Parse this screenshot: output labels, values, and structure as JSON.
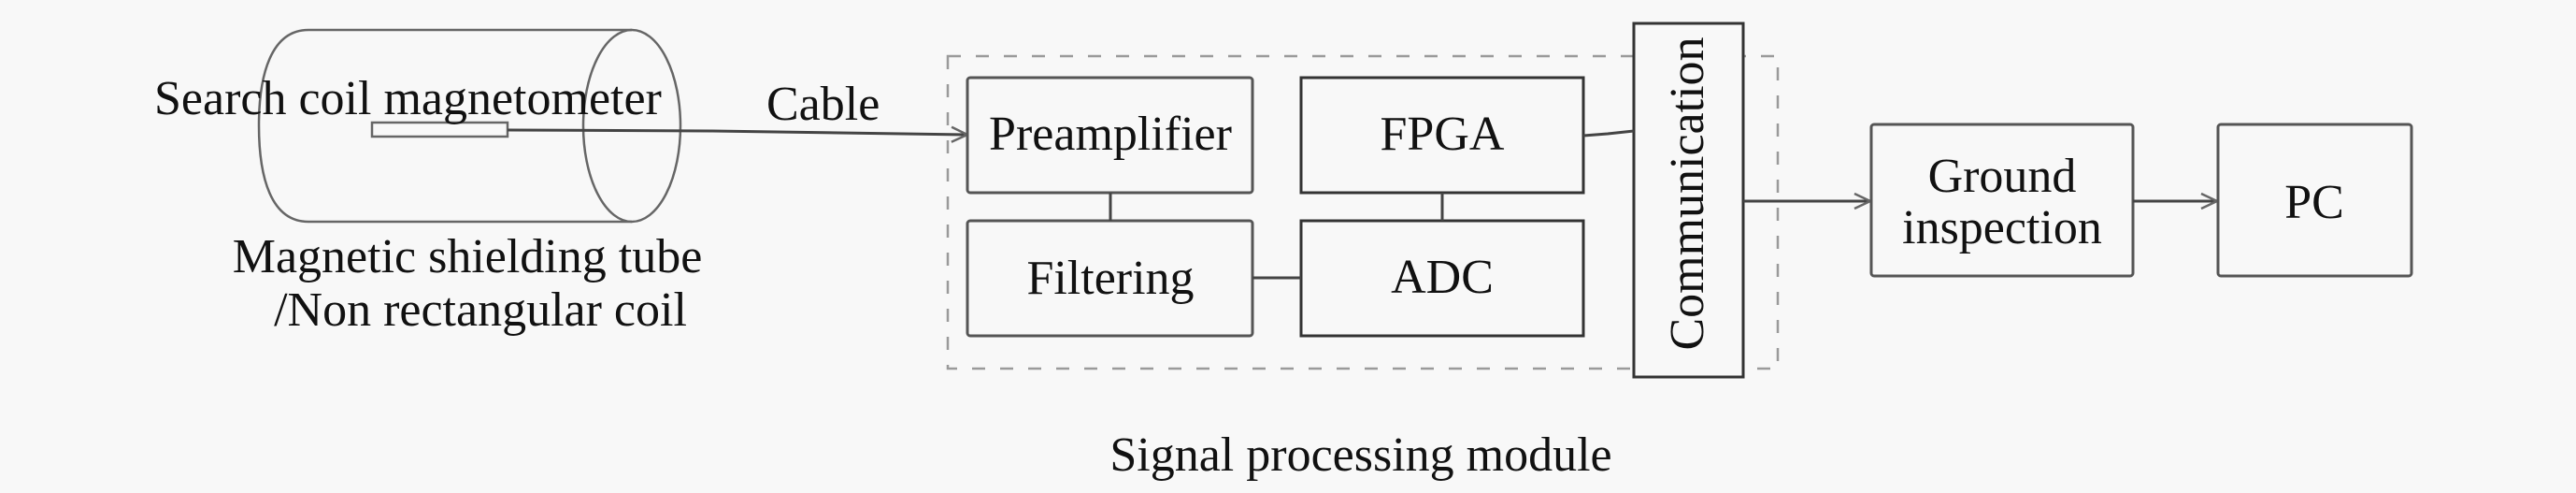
{
  "diagram": {
    "sensor": {
      "label": "Search coil magnetometer",
      "tube_label_line1": "Magnetic shielding tube",
      "tube_label_line2": "/Non rectangular coil"
    },
    "cable_label": "Cable",
    "module": {
      "label": "Signal processing module",
      "blocks": {
        "preamplifier": "Preamplifier",
        "filtering": "Filtering",
        "fpga": "FPGA",
        "adc": "ADC",
        "communication": "Communication"
      }
    },
    "ground_inspection": {
      "line1": "Ground",
      "line2": "inspection"
    },
    "pc": "PC"
  },
  "colors": {
    "background": "#f8f8f8",
    "stroke": "#555555",
    "text": "#111111",
    "dashed_border": "#9a9a9a"
  }
}
